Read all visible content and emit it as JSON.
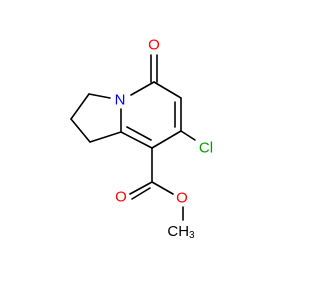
{
  "structure": {
    "atoms": {
      "ketone_oxygen": "O",
      "ring_nitrogen": "N",
      "chlorine": "Cl",
      "carbonyl_oxygen": "O",
      "ester_oxygen": "O",
      "methyl_carbon": "CH",
      "methyl_subscript": "3"
    }
  },
  "colors": {
    "oxygen": "#ff0000",
    "nitrogen": "#0000ff",
    "chlorine": "#00a000",
    "bond": "#000000",
    "carbon": "#000000"
  }
}
